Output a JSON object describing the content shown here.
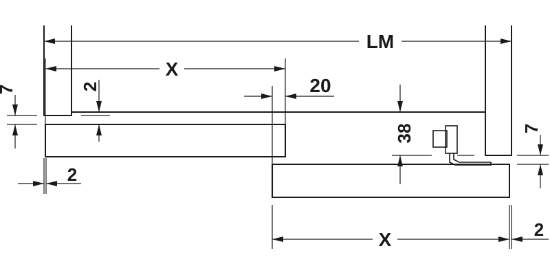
{
  "labels": {
    "lm": "LM",
    "x_top": "X",
    "x_bottom": "X",
    "dim_20": "20",
    "dim_2_top": "2",
    "dim_2_left": "2",
    "dim_2_right": "2",
    "dim_7_left": "7",
    "dim_7_right": "7",
    "dim_38": "38"
  },
  "colors": {
    "line": "#1a1a1a",
    "background": "#ffffff"
  }
}
